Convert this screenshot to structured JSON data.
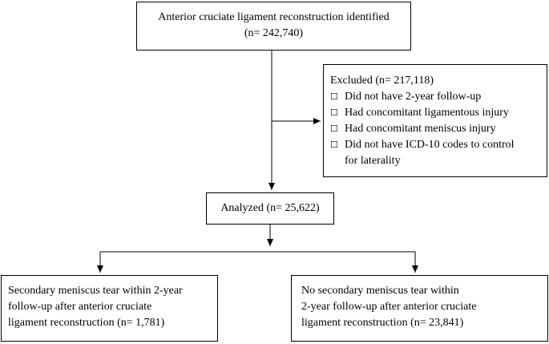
{
  "identified": {
    "line1": "Anterior cruciate ligament reconstruction identified",
    "line2": "(n= 242,740)"
  },
  "excluded": {
    "title": "Excluded (n= 217,118)",
    "bullet_glyph": "☐",
    "items": [
      {
        "line1": "Did not have 2-year follow-up",
        "line2": ""
      },
      {
        "line1": "Had concomitant ligamentous injury",
        "line2": ""
      },
      {
        "line1": "Had concomitant meniscus injury",
        "line2": ""
      },
      {
        "line1": "Did not have ICD-10 codes to control",
        "line2": "for laterality"
      }
    ]
  },
  "analyzed": {
    "label": "Analyzed (n= 25,622)"
  },
  "secondary_tear": {
    "line1": "Secondary meniscus tear within 2-year",
    "line2": "follow-up after anterior cruciate",
    "line3": "ligament reconstruction (n= 1,781)"
  },
  "no_secondary_tear": {
    "line1": "No secondary meniscus tear within",
    "line2": "2-year follow-up after anterior cruciate",
    "line3": "ligament reconstruction (n= 23,841)"
  },
  "colors": {
    "line": "#000000",
    "background": "#ffffff"
  }
}
